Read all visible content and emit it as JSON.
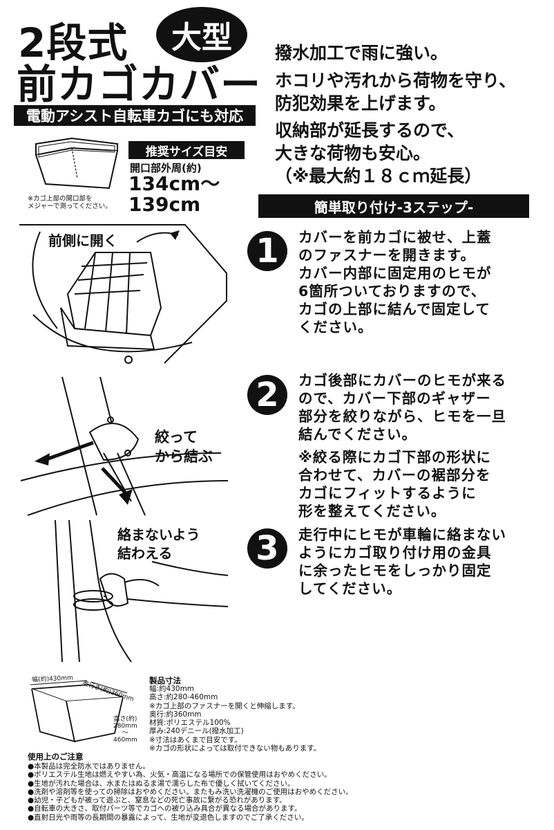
{
  "header": {
    "title_line1": "2段式",
    "badge": "大型",
    "title_line2": "前カゴカバー",
    "subtitle": "電動アシスト自転車カゴにも対応"
  },
  "size_guide": {
    "heading": "推奨サイズ目安",
    "label": "開口部外周(約)",
    "size1": "134cm～",
    "size2": "139cm",
    "note": "※カゴ上部の開口部を\nメジャーで測ってください。"
  },
  "features": {
    "line1": "撥水加工で雨に強い。",
    "line2": "ホコリや汚れから荷物を守り、",
    "line3": "防犯効果を上げます。",
    "line4": "収納部が延長するので、",
    "line5": "大きな荷物も安心。",
    "line6": "（※最大約１８ｃｍ延長）"
  },
  "steps_header": "簡単取り付け-3ステップ-",
  "illustrations": {
    "label1": "前側に開く",
    "label2": "絞って\nから結ぶ",
    "label3": "絡まないよう\n結わえる"
  },
  "steps": [
    {
      "num": "1",
      "text": "カバーを前カゴに被せ、上蓋\nのファスナーを開きます。\nカバー内部に固定用のヒモが\n6箇所ついておりますので、\nカゴの上部に結んで固定して\nください。"
    },
    {
      "num": "2",
      "text": "カゴ後部にカバーのヒモが来る\nので、カバー下部のギャザー\n部分を絞りながら、ヒモを一旦\n結んでください。",
      "note": "※絞る際にカゴ下部の形状に\n合わせて、カバーの裾部分を\nカゴにフィットするように\n形を整えてください。"
    },
    {
      "num": "3",
      "text": "走行中にヒモが車輪に絡まない\nようにカゴ取り付け用の金具\nに余ったヒモをしっかり固定\nしてください。"
    }
  ],
  "product": {
    "width_label": "幅(約)430mm",
    "depth_label": "奥行き(約)360mm",
    "height_label": "高さ(約)\n280mm\n～\n460mm",
    "dims_title": "製品寸法",
    "dims": [
      "幅:約430mm",
      "高さ:約280-460mm",
      "※カゴ上部のファスナーを開くと伸縮します。",
      "奥行:約360mm",
      "材質:ポリエステル100%",
      "厚み:240デニール(撥水加工)",
      "※寸法はあくまで目安です。",
      "※カゴの形状によっては取付できない物もあります。"
    ]
  },
  "cautions": {
    "title": "使用上のご注意",
    "items": [
      "●本製品は完全防水ではありません。",
      "●ポリエステル生地は燃えやすい為、火気・高温になる場所での保管使用はおやめください。",
      "●生地が汚れた場合は、水またはぬるま湯で濡らした布で優しく拭いてください。",
      "●洗剤や溶剤等を使っての掃除はおやめください。またもみ洗い洗濯機のご使用はおやめください。",
      "●幼児・子どもが被って遊ぶと、窒息などの死亡事故に繋がる恐れがあります。",
      "●自転車の大きさ、取付パーツ等でカゴへの被り込み具合が異なる場合があります。",
      "●直射日光や雨等の長期間の暴露によって、生地が変退色しますのでご了承ください。"
    ]
  }
}
